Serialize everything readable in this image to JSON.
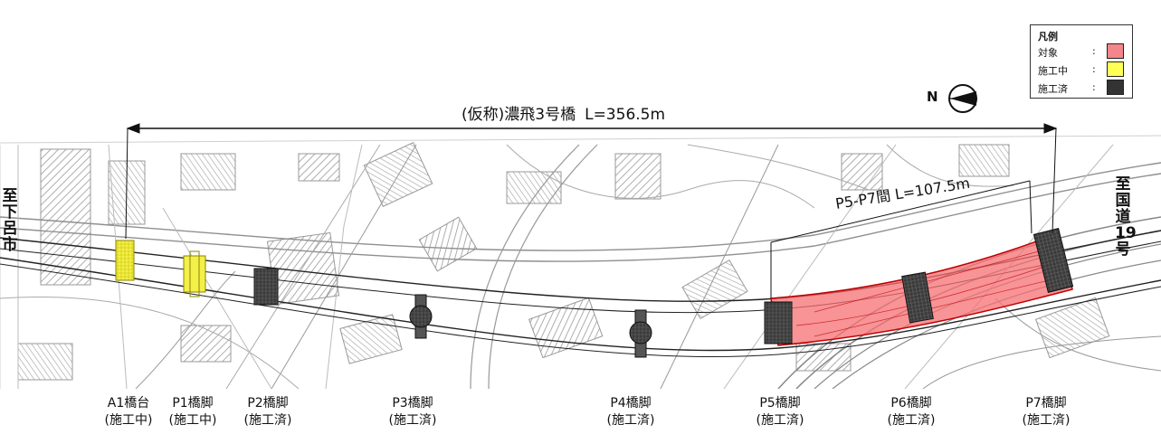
{
  "title": {
    "name": "(仮称)濃飛3号橋",
    "length": "L=356.5m"
  },
  "span_label": {
    "name": "P5-P7間",
    "length": "L=107.5m"
  },
  "north_label": "N",
  "legend": {
    "title": "凡例",
    "items": [
      {
        "label": "対象",
        "colon": ":",
        "color": "#f2868a"
      },
      {
        "label": "施工中",
        "colon": ":",
        "color": "#ffff55"
      },
      {
        "label": "施工済",
        "colon": ":",
        "color": "#333333"
      }
    ]
  },
  "left_destination": "至下呂市",
  "right_destination": "至国道19号",
  "piers": [
    {
      "name": "A1橋台",
      "status": "(施工中)"
    },
    {
      "name": "P1橋脚",
      "status": "(施工中)"
    },
    {
      "name": "P2橋脚",
      "status": "(施工済)"
    },
    {
      "name": "P3橋脚",
      "status": "(施工済)"
    },
    {
      "name": "P4橋脚",
      "status": "(施工済)"
    },
    {
      "name": "P5橋脚",
      "status": "(施工済)"
    },
    {
      "name": "P6橋脚",
      "status": "(施工済)"
    },
    {
      "name": "P7橋脚",
      "status": "(施工済)"
    }
  ]
}
